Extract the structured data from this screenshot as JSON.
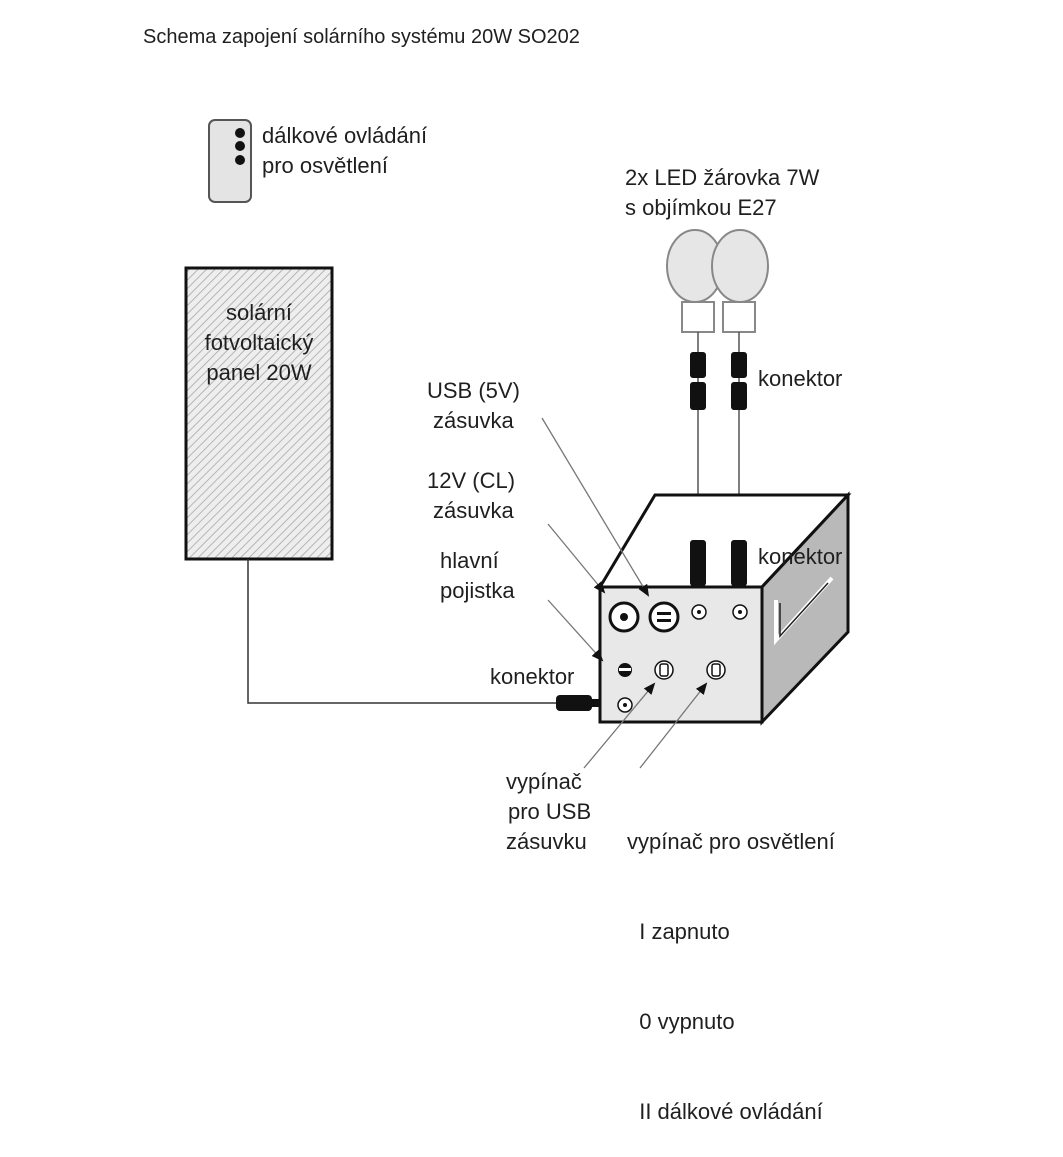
{
  "title": "Schema zapojení solárního systému 20W SO202",
  "remote": {
    "lines": [
      "dálkové ovládání",
      "pro osvětlení"
    ]
  },
  "panel": {
    "lines": [
      "solární",
      "fotvoltaický",
      "panel 20W"
    ]
  },
  "bulbs": {
    "lines": [
      "2x LED žárovka 7W",
      "s objímkou E27"
    ]
  },
  "connector_top": "konektor",
  "connector_box": "konektor",
  "connector_panel": "konektor",
  "usb_socket": {
    "lines": [
      "USB (5V)",
      "zásuvka"
    ]
  },
  "cl_socket": {
    "lines": [
      "12V (CL)",
      "zásuvka"
    ]
  },
  "fuse": {
    "lines": [
      "hlavní",
      "pojistka"
    ]
  },
  "usb_switch": {
    "lines": [
      "vypínač",
      "pro USB",
      "zásuvku"
    ]
  },
  "light_switch": {
    "lines": [
      "vypínač pro osvětlení",
      "  I zapnuto",
      "  0 vypnuto",
      "  II dálkové ovládání"
    ]
  }
}
